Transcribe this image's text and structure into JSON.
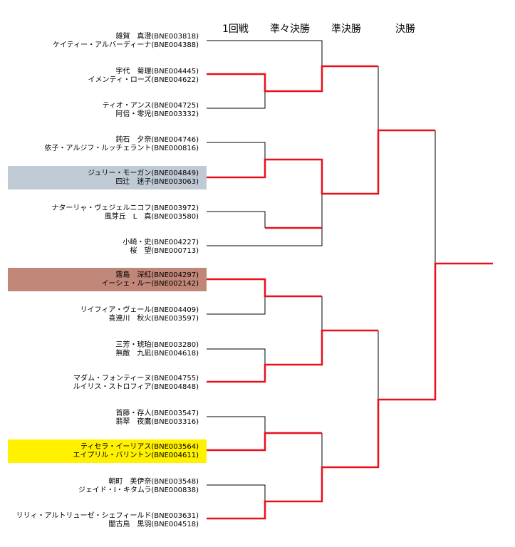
{
  "rounds": [
    "1回戦",
    "準々決勝",
    "準決勝",
    "決勝"
  ],
  "colors": {
    "winner_line": "#e8101b",
    "loser_line": "#000000",
    "highlight_gray": "#c0cad4",
    "highlight_brown": "#c08678",
    "highlight_yellow": "#fff100"
  },
  "teams": [
    {
      "p1": "雑賀　真澄(BNE003818)",
      "p2": "ケイティー・アルバーディーナ(BNE004388)",
      "highlight": ""
    },
    {
      "p1": "宇代　菊理(BNE004445)",
      "p2": "イメンティ・ローズ(BNE004622)",
      "highlight": ""
    },
    {
      "p1": "ティオ・アンス(BNE004725)",
      "p2": "阿倍・零児(BNE003332)",
      "highlight": ""
    },
    {
      "p1": "鈍石　夕奈(BNE004746)",
      "p2": "依子・アルジフ・ルッチェラント(BNE000816)",
      "highlight": ""
    },
    {
      "p1": "ジュリー・モーガン(BNE004849)",
      "p2": "四辻　迷子(BNE003063)",
      "highlight": "gray"
    },
    {
      "p1": "ナターリャ・ヴェジェルニコフ(BNE003972)",
      "p2": "風芽丘　L　真(BNE003580)",
      "highlight": ""
    },
    {
      "p1": "小崎・史(BNE004227)",
      "p2": "桜　望(BNE000713)",
      "highlight": ""
    },
    {
      "p1": "霧島　深紅(BNE004297)",
      "p2": "イーシェ・ルー(BNE002142)",
      "highlight": "brown"
    },
    {
      "p1": "リイフィア・ヴェール(BNE004409)",
      "p2": "喜連川　秋火(BNE003597)",
      "highlight": ""
    },
    {
      "p1": "三芳・琥珀(BNE003280)",
      "p2": "無敵　九凪(BNE004618)",
      "highlight": ""
    },
    {
      "p1": "マダム・フォンティーヌ(BNE004755)",
      "p2": "ルイリス・ストロフィア(BNE004848)",
      "highlight": ""
    },
    {
      "p1": "首藤・存人(BNE003547)",
      "p2": "翡翠　夜鷹(BNE003316)",
      "highlight": ""
    },
    {
      "p1": "ティセラ・イーリアス(BNE003564)",
      "p2": "エイプリル・バリントン(BNE004611)",
      "highlight": "yellow"
    },
    {
      "p1": "朝町　美伊奈(BNE003548)",
      "p2": "ジェイド・I・キタムラ(BNE000838)",
      "highlight": ""
    },
    {
      "p1": "リリィ・アルトリューゼ・シェフィールド(BNE003631)",
      "p2": "闇古鳥　黒羽(BNE004518)",
      "highlight": ""
    }
  ]
}
